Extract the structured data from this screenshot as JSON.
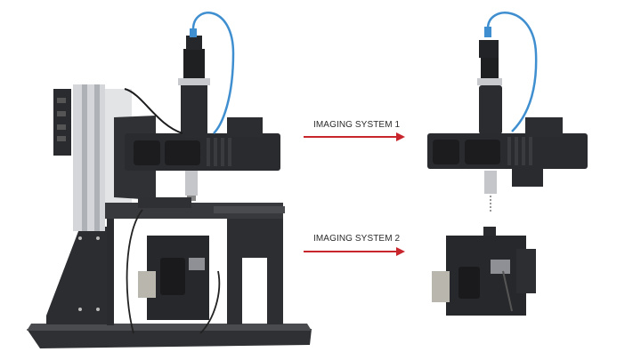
{
  "diagram": {
    "labels": [
      {
        "text": "IMAGING SYSTEM 1"
      },
      {
        "text": "IMAGING SYSTEM 2"
      }
    ],
    "components": {
      "full_system": "Complete microscope setup with column stand, base plate, stage and lower module",
      "imaging_system_1": "Upper camera / objective imaging head with blue cable",
      "imaging_system_2": "Lower stage-mounted imaging module"
    },
    "colors": {
      "arrow": "#c8262c",
      "label_text": "#2b2b2b",
      "machine_dark": "#2a2a2c",
      "machine_silver": "#c9cbce",
      "cable_blue": "#3f8fd0"
    }
  }
}
